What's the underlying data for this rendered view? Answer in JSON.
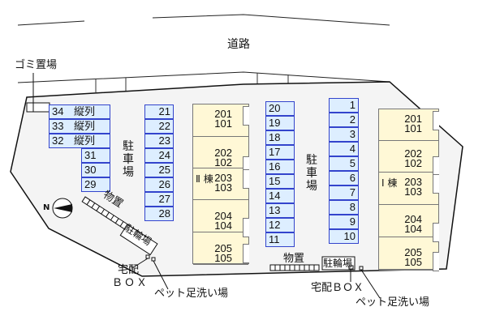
{
  "road_label": "道路",
  "garbage_label": "ゴミ置場",
  "parking_label": "駐車場",
  "parking_label_chars": [
    "駐",
    "車",
    "場"
  ],
  "compass": {
    "icon": "north-arrow-icon",
    "label": "N"
  },
  "storage_label": "物置",
  "bicycle_label": "駐輪場",
  "delivery_box_label_top": "宅配",
  "delivery_box_label_bottom": "ＢＯＸ",
  "delivery_box_label": "宅配ＢＯＸ",
  "pet_wash_label": "ペット足洗い場",
  "colors": {
    "parking_fill": "#ddeeff",
    "parking_border": "#3344cc",
    "building_fill": "#fff8d6",
    "site_fill": "#f4f4f4",
    "line": "#111111"
  },
  "parking_west": {
    "tandem": [
      {
        "num": "34",
        "note": "縦列"
      },
      {
        "num": "33",
        "note": "縦列"
      },
      {
        "num": "32",
        "note": "縦列"
      }
    ],
    "single": [
      "31",
      "30",
      "29"
    ]
  },
  "parking_col_21_28": [
    "21",
    "22",
    "23",
    "24",
    "25",
    "26",
    "27",
    "28"
  ],
  "parking_col_20_11": [
    "20",
    "19",
    "18",
    "17",
    "16",
    "15",
    "14",
    "13",
    "12",
    "11"
  ],
  "parking_col_1_10": [
    "1",
    "2",
    "3",
    "4",
    "5",
    "6",
    "7",
    "8",
    "9",
    "10"
  ],
  "building_2": {
    "name": "Ⅱ 棟",
    "units": [
      {
        "upper": "201",
        "lower": "101"
      },
      {
        "upper": "202",
        "lower": "102"
      },
      {
        "upper": "203",
        "lower": "103"
      },
      {
        "upper": "204",
        "lower": "104"
      },
      {
        "upper": "205",
        "lower": "105"
      }
    ]
  },
  "building_1": {
    "name": "Ⅰ 棟",
    "units": [
      {
        "upper": "201",
        "lower": "101"
      },
      {
        "upper": "202",
        "lower": "102"
      },
      {
        "upper": "203",
        "lower": "103"
      },
      {
        "upper": "204",
        "lower": "104"
      },
      {
        "upper": "205",
        "lower": "105"
      }
    ]
  }
}
